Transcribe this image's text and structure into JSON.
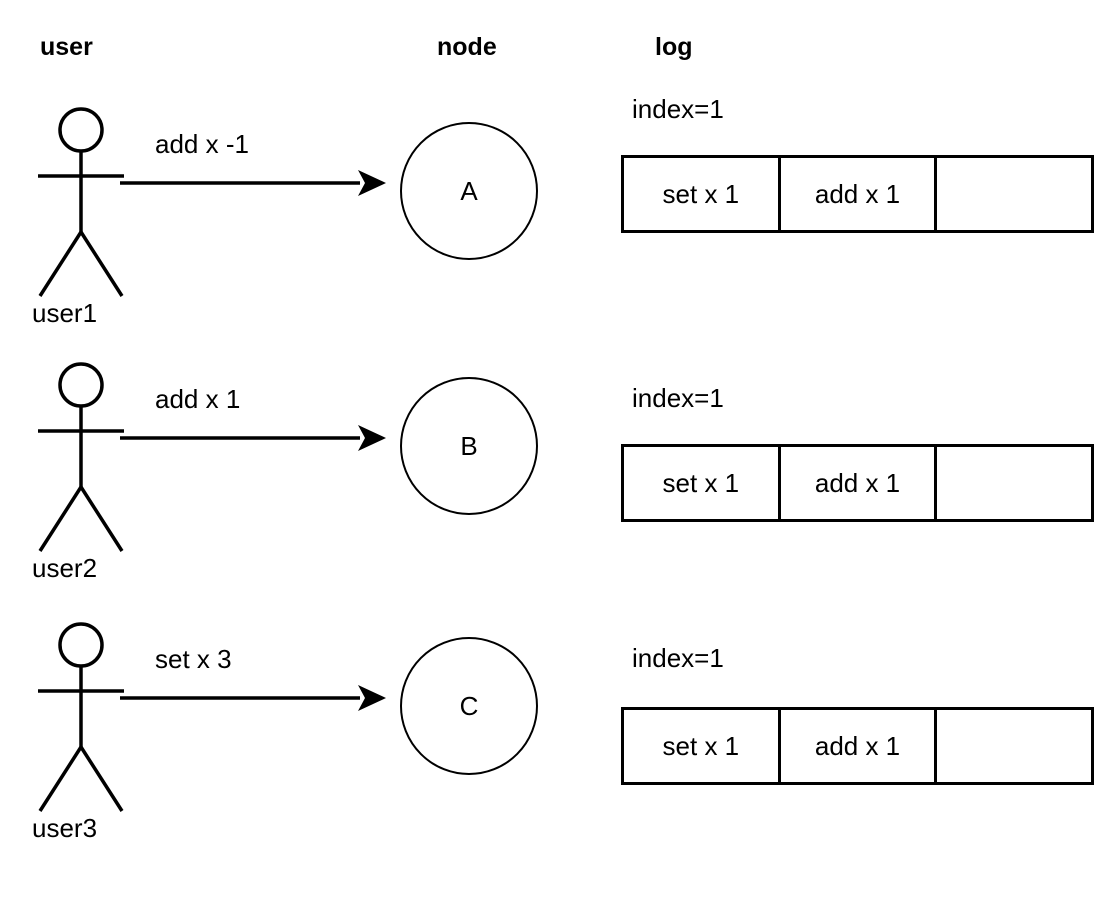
{
  "headers": {
    "user": "user",
    "node": "node",
    "log": "log"
  },
  "style": {
    "stroke": "#000000",
    "background": "#ffffff"
  },
  "rows": [
    {
      "actor_name": "user1",
      "actor_icon": "stick-figure-icon",
      "edge_label": "add x -1",
      "edge_icon": "arrow-right-icon",
      "node_label": "A",
      "log": {
        "index_label": "index=1",
        "index_value": 1,
        "entries": [
          "set x 1",
          "add x 1",
          ""
        ]
      }
    },
    {
      "actor_name": "user2",
      "actor_icon": "stick-figure-icon",
      "edge_label": "add x 1",
      "edge_icon": "arrow-right-icon",
      "node_label": "B",
      "log": {
        "index_label": "index=1",
        "index_value": 1,
        "entries": [
          "set x 1",
          "add x 1",
          ""
        ]
      }
    },
    {
      "actor_name": "user3",
      "actor_icon": "stick-figure-icon",
      "edge_label": "set x 3",
      "edge_icon": "arrow-right-icon",
      "node_label": "C",
      "log": {
        "index_label": "index=1",
        "index_value": 1,
        "entries": [
          "set x 1",
          "add x 1",
          ""
        ]
      }
    }
  ]
}
